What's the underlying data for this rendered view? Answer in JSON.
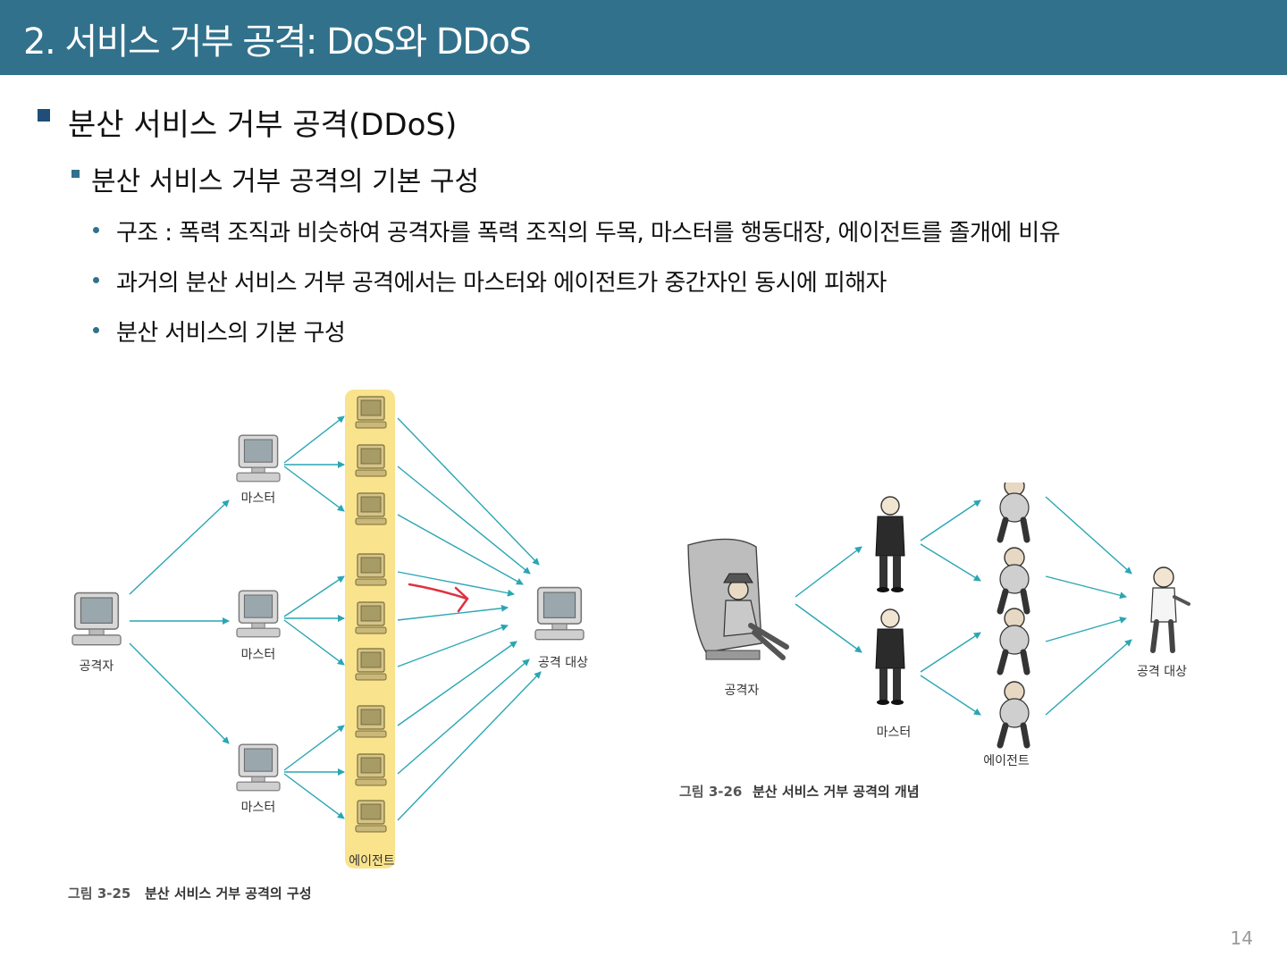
{
  "header": {
    "title": "2. 서비스 거부 공격: DoS와 DDoS"
  },
  "bullets": {
    "level1": "분산 서비스 거부 공격(DDoS)",
    "level2": "분산 서비스 거부 공격의 기본 구성",
    "level3": [
      "구조 : 폭력 조직과 비슷하여 공격자를 폭력 조직의 두목, 마스터를 행동대장, 에이전트를 졸개에 비유",
      "과거의 분산 서비스 거부 공격에서는 마스터와 에이전트가 중간자인 동시에 피해자",
      "분산 서비스의 기본 구성"
    ]
  },
  "figure_left": {
    "attacker_label": "공격자",
    "master_labels": [
      "마스터",
      "마스터",
      "마스터"
    ],
    "agent_label": "에이전트",
    "target_label": "공격 대상",
    "caption_num": "그림 3-25",
    "caption_text": "분산 서비스 거부 공격의 구성"
  },
  "figure_right": {
    "attacker_label": "공격자",
    "master_label": "마스터",
    "agent_label": "에이전트",
    "target_label": "공격 대상",
    "caption_num": "그림 3-26",
    "caption_text": "분산 서비스 거부 공격의 개념"
  },
  "colors": {
    "header_bg": "#31718b",
    "arrow": "#2aa6b3",
    "highlight": "#f7dc6f",
    "annotation": "#e03040"
  },
  "page_number": "14"
}
